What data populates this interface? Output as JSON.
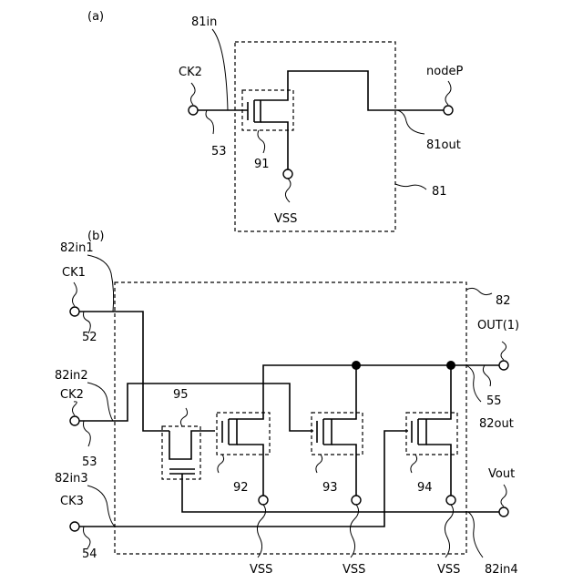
{
  "panel_a": {
    "label": "(a)",
    "input_terminal": "81in",
    "output_terminal": "81out",
    "block_id": "81",
    "clock_signal": "CK2",
    "clock_ref": "53",
    "transistor_ref": "91",
    "output_node": "nodeP",
    "supply": "VSS"
  },
  "panel_b": {
    "label": "(b)",
    "block_id": "82",
    "input_terminal_1": "82in1",
    "input_terminal_2": "82in2",
    "input_terminal_3": "82in3",
    "input_terminal_4": "82in4",
    "output_terminal": "82out",
    "clock_1": "CK1",
    "clock_1_ref": "52",
    "clock_2": "CK2",
    "clock_2_ref": "53",
    "clock_3": "CK3",
    "clock_3_ref": "54",
    "output_signal": "OUT(1)",
    "output_ref": "55",
    "vout_signal": "Vout",
    "transistor_95": "95",
    "transistor_92": "92",
    "transistor_93": "93",
    "transistor_94": "94",
    "supply_1": "VSS",
    "supply_2": "VSS",
    "supply_3": "VSS"
  }
}
